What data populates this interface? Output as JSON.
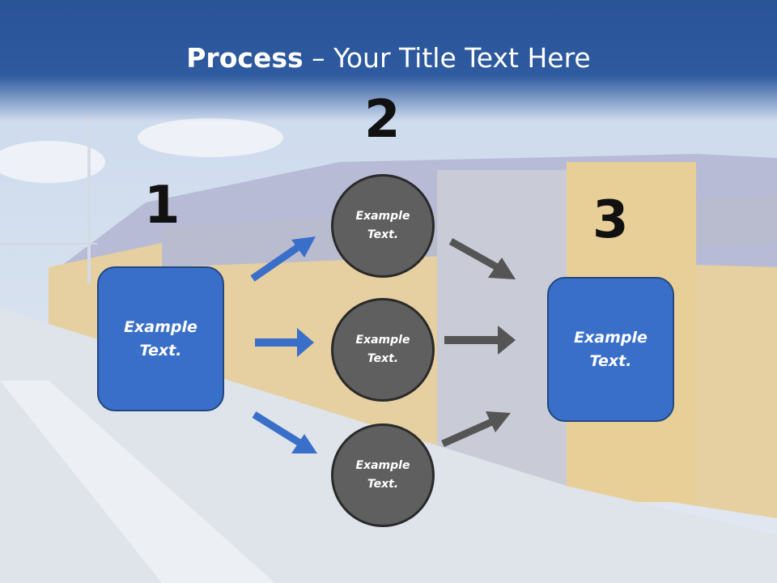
{
  "title": {
    "bold": "Process",
    "rest": " – Your Title Text Here"
  },
  "steps": {
    "one": {
      "number": "1",
      "line1": "Example",
      "line2": "Text."
    },
    "two": {
      "number": "2"
    },
    "three": {
      "number": "3",
      "line1": "Example",
      "line2": "Text."
    }
  },
  "circles": [
    {
      "line1": "Example",
      "line2": "Text."
    },
    {
      "line1": "Example",
      "line2": "Text."
    },
    {
      "line1": "Example",
      "line2": "Text."
    }
  ],
  "colors": {
    "header": "#2a5398",
    "box": "#3a6fc9",
    "circle": "#5f5f5f",
    "arrow_blue": "#3a6fc9",
    "arrow_gray": "#555555"
  }
}
